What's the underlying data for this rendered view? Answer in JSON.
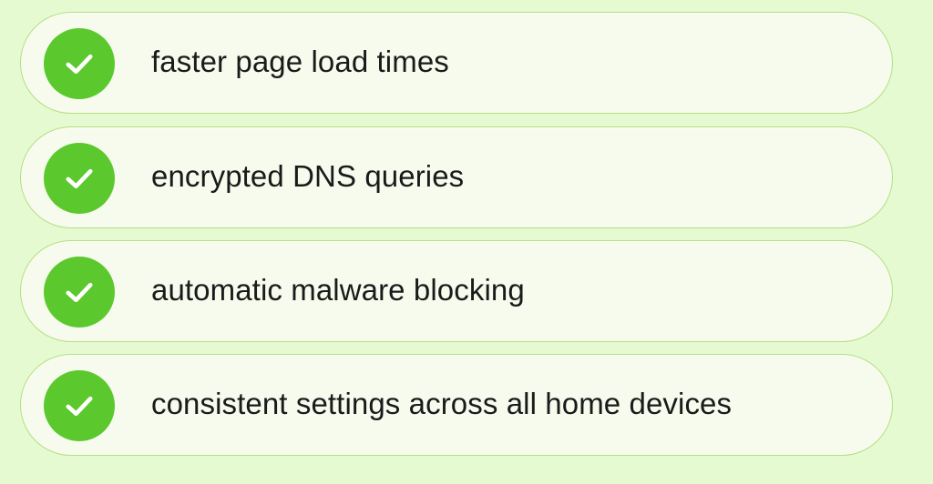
{
  "colors": {
    "background": "#e6fad2",
    "card_background": "#f7fbee",
    "card_border": "#b3e07f",
    "check_fill": "#5bc92d",
    "text": "#1a1a1a"
  },
  "features": [
    {
      "label": "faster page load times",
      "icon": "checkmark-icon"
    },
    {
      "label": "encrypted DNS queries",
      "icon": "checkmark-icon"
    },
    {
      "label": "automatic malware blocking",
      "icon": "checkmark-icon"
    },
    {
      "label": "consistent settings across all home devices",
      "icon": "checkmark-icon"
    }
  ]
}
